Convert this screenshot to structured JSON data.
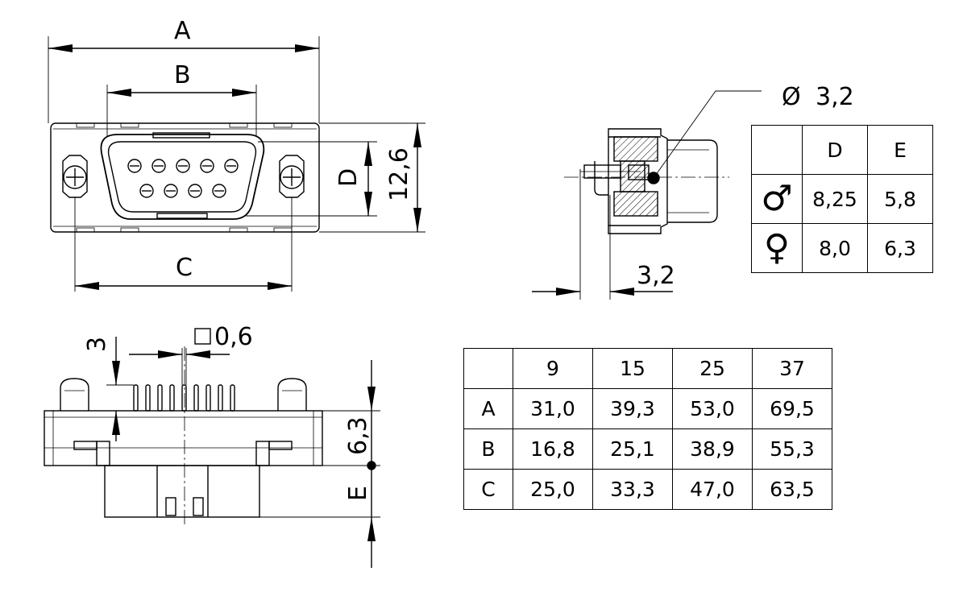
{
  "dimensions": {
    "a": "A",
    "b": "B",
    "c": "C",
    "d": "D",
    "e": "E",
    "height": "12,6",
    "hole_diameter_symbol": "Ø",
    "hole_diameter": "3,2",
    "flange_offset": "3,2",
    "pin_length": "3",
    "pin_square": "0,6",
    "board_offset": "6,3"
  },
  "gender_table": {
    "headers": [
      "",
      "D",
      "E"
    ],
    "rows": [
      {
        "symbol": "♂",
        "symbol_name": "male",
        "d": "8,25",
        "e": "5,8"
      },
      {
        "symbol": "♀",
        "symbol_name": "female",
        "d": "8,0",
        "e": "6,3"
      }
    ]
  },
  "size_table": {
    "headers": [
      "",
      "9",
      "15",
      "25",
      "37"
    ],
    "rows": [
      {
        "label": "A",
        "values": [
          "31,0",
          "39,3",
          "53,0",
          "69,5"
        ]
      },
      {
        "label": "B",
        "values": [
          "16,8",
          "25,1",
          "38,9",
          "55,3"
        ]
      },
      {
        "label": "C",
        "values": [
          "25,0",
          "33,3",
          "47,0",
          "63,5"
        ]
      }
    ]
  }
}
